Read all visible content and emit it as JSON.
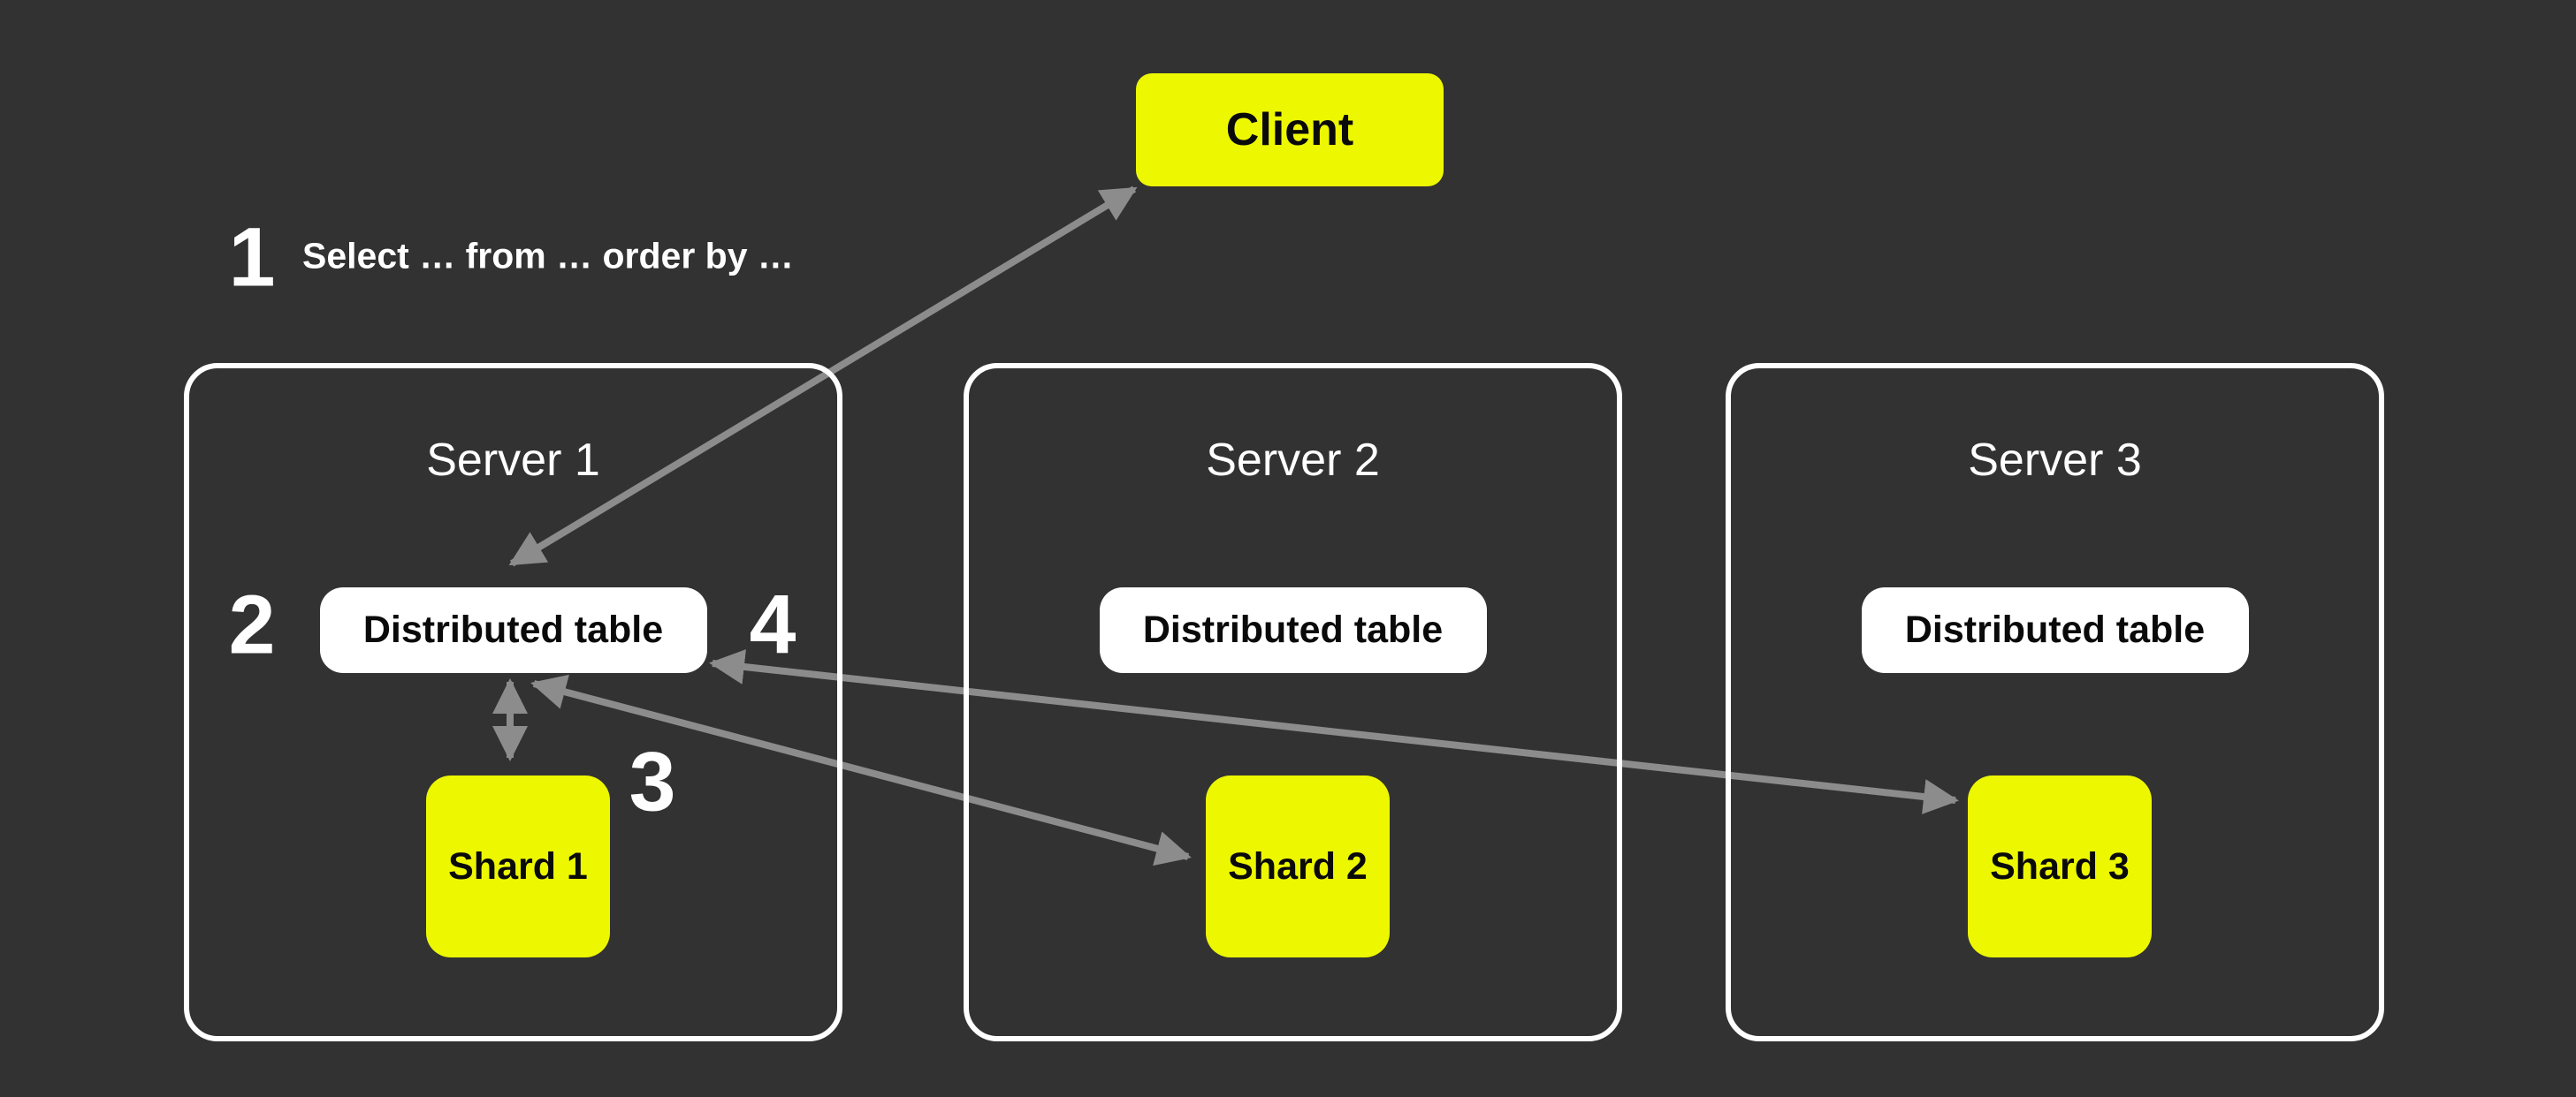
{
  "colors": {
    "background": "#323232",
    "accent_yellow": "#EDF800",
    "box_white": "#FFFFFF",
    "arrow_gray": "#8C8C8C",
    "text_dark": "#0A0A0A",
    "text_light": "#FFFFFF"
  },
  "client": {
    "label": "Client"
  },
  "annotation": "Select … from … order by …",
  "steps": {
    "s1": "1",
    "s2": "2",
    "s3": "3",
    "s4": "4"
  },
  "servers": [
    {
      "title": "Server 1",
      "table_label": "Distributed table",
      "shard_label": "Shard 1"
    },
    {
      "title": "Server 2",
      "table_label": "Distributed table",
      "shard_label": "Shard 2"
    },
    {
      "title": "Server 3",
      "table_label": "Distributed table",
      "shard_label": "Shard 3"
    }
  ]
}
